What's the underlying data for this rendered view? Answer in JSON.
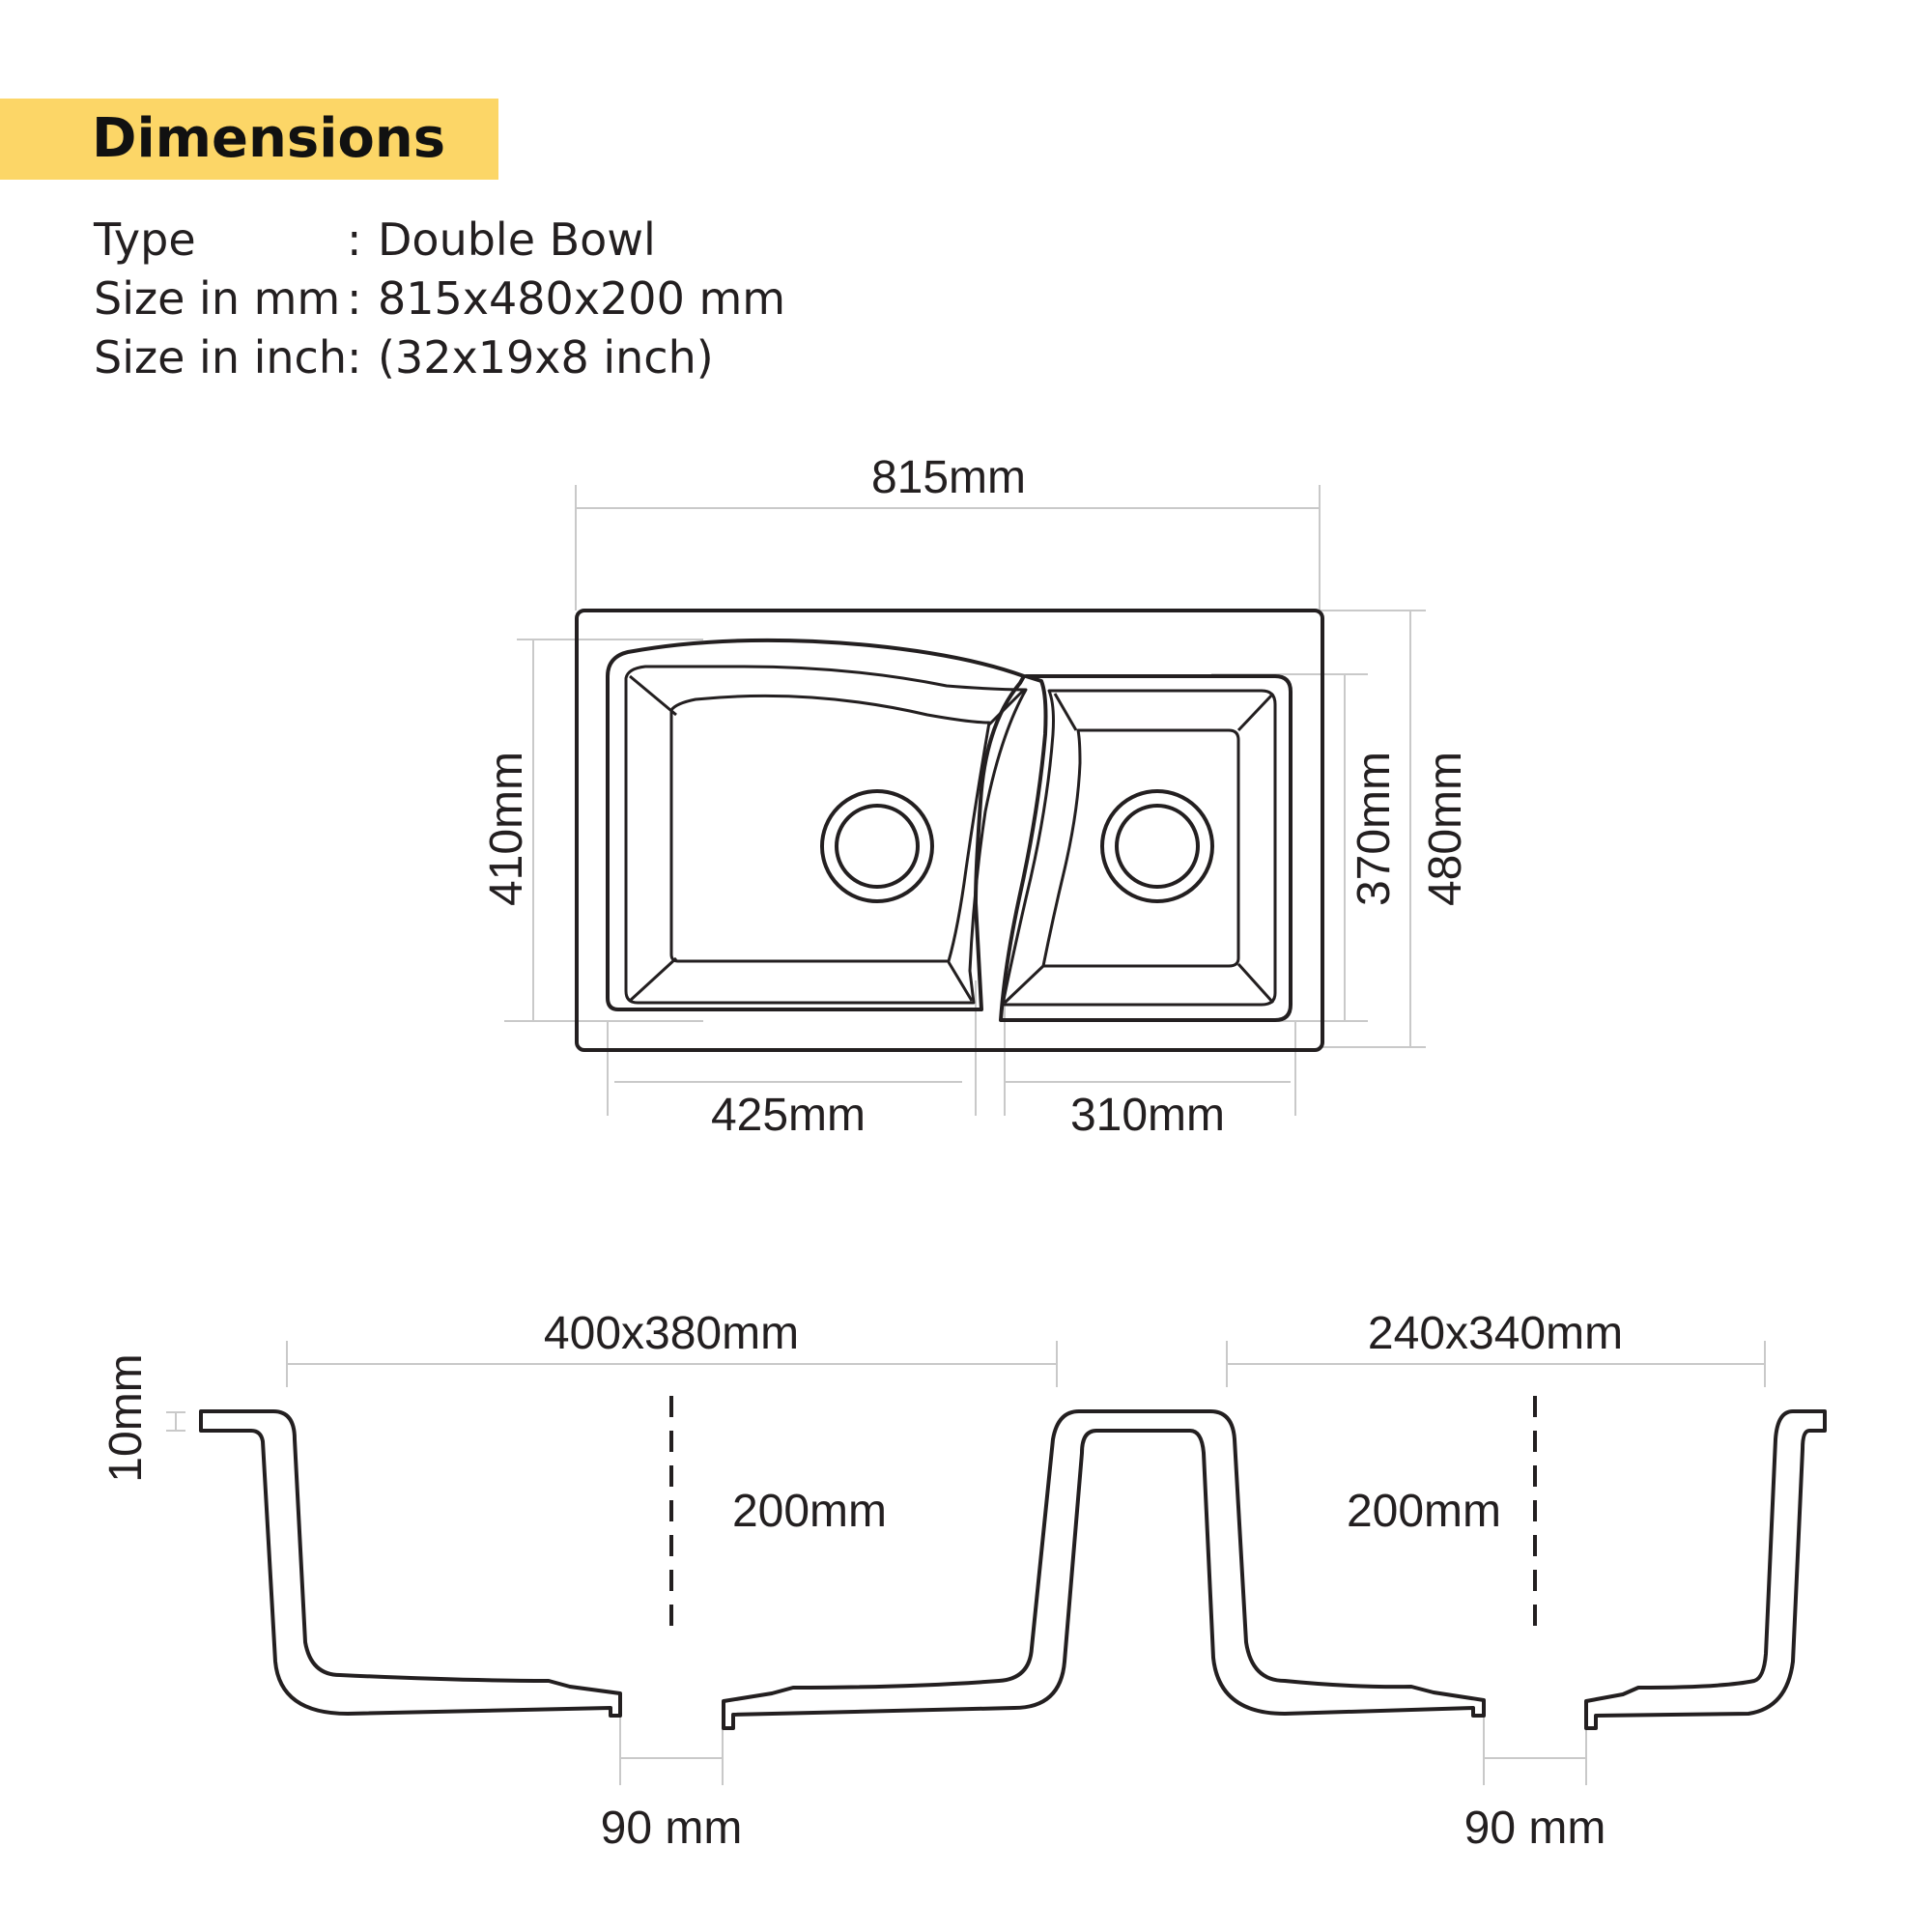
{
  "header": {
    "title": "Dimensions"
  },
  "specs": [
    {
      "label": "Type",
      "separator": ":",
      "value": "Double Bowl"
    },
    {
      "label": "Size in mm",
      "separator": ":",
      "value": "815x480x200 mm"
    },
    {
      "label": "Size in inch",
      "separator": ":",
      "value": "(32x19x8 inch)"
    }
  ],
  "top_view": {
    "overall_width": "815mm",
    "overall_depth": "480mm",
    "left_bowl_depth": "410mm",
    "right_bowl_depth": "370mm",
    "left_bowl_width": "425mm",
    "right_bowl_width": "310mm"
  },
  "section_view": {
    "left_bowl_size": "400x380mm",
    "right_bowl_size": "240x340mm",
    "rim_thickness": "10mm",
    "left_bowl_height": "200mm",
    "right_bowl_height": "200mm",
    "left_drain": "90 mm",
    "right_drain": "90 mm"
  },
  "colors": {
    "accent": "#fcd667",
    "line": "#231f20",
    "dimension_line": "#c9c9c9"
  }
}
